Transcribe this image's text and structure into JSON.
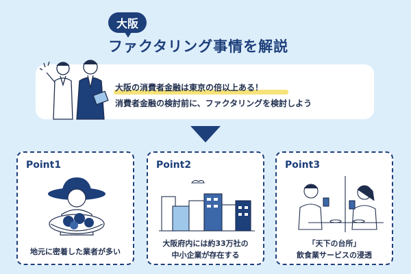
{
  "header": {
    "badge": "大阪",
    "title": "ファクタリング事情を解説"
  },
  "intro": {
    "line1": "大阪の消費者金融は東京の倍以上ある！",
    "line2": "消費者金融の検討前に、ファクタリングを検討しよう"
  },
  "points": [
    {
      "label": "Point1",
      "text": "地元に密着した業者が多い"
    },
    {
      "label": "Point2",
      "line1": "大阪府内には約33万社の",
      "line2": "中小企業が存在する"
    },
    {
      "label": "Point3",
      "line1": "「天下の台所」",
      "line2": "飲食業サービスの浸透"
    }
  ],
  "colors": {
    "background": "#ddeefb",
    "navy": "#1d3f7a",
    "highlight": "#f6e27a",
    "card": "#ffffff"
  }
}
